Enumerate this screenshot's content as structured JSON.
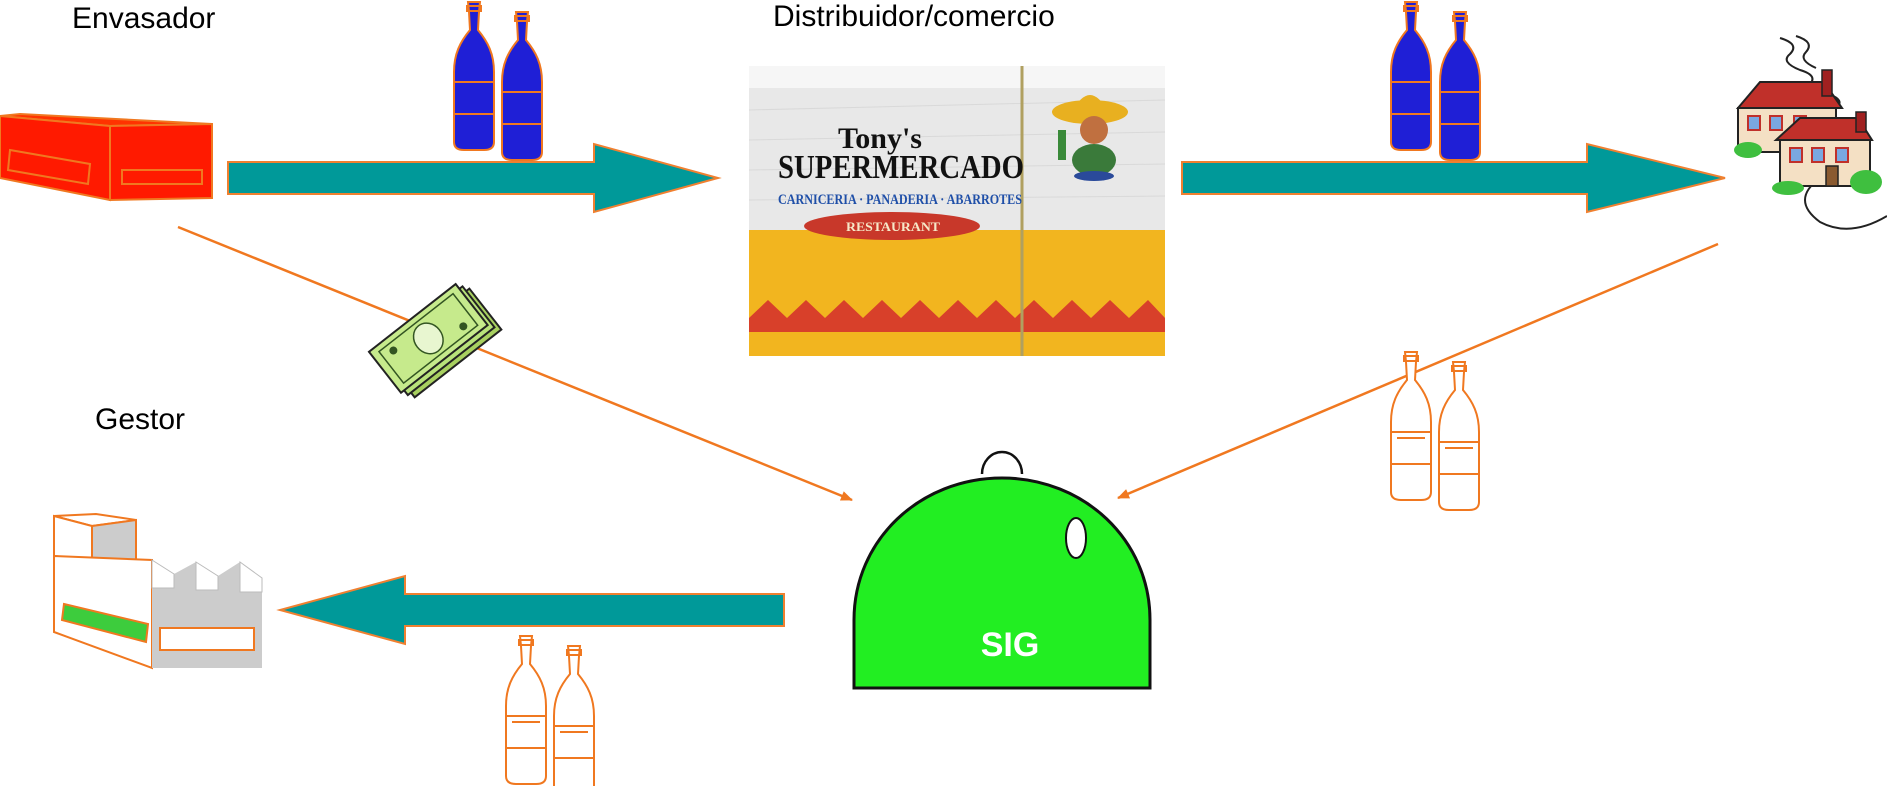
{
  "labels": {
    "envasador": "Envasador",
    "distribuidor": "Distribuidor/comercio",
    "gestor": "Gestor",
    "sig": "SIG"
  },
  "store_sign": {
    "line1": "Tony's",
    "line2": "SUPERMERCADO",
    "line3": "CARNICERIA · PANADERIA · ABARROTES",
    "line4": "RESTAURANT"
  },
  "colors": {
    "flow_arrow": "#009999",
    "flow_arrow_outline": "#F08030",
    "thin_arrow": "#F07820",
    "full_bottle": "#1F1FD6",
    "empty_bottle_outline": "#F07820",
    "container": "#22EE22",
    "box": "#FF1A00",
    "money": "#B8E27A"
  },
  "icons": [
    "box-icon",
    "full-bottles-icon",
    "store-photo",
    "houses-icon",
    "money-icon",
    "empty-bottles-icon",
    "container-icon",
    "factory-icon"
  ]
}
